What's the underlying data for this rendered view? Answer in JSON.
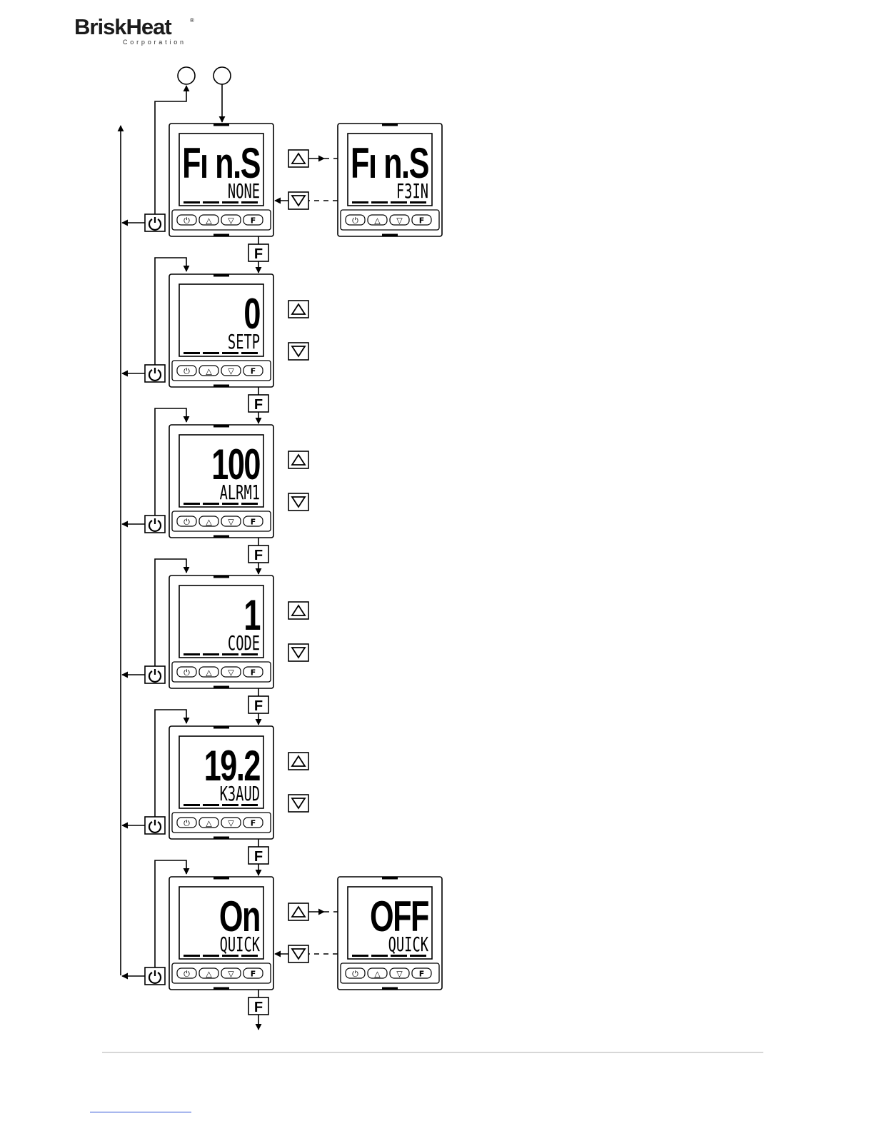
{
  "header": {
    "brand": "BriskHeat",
    "registered": "®",
    "corporation": "Corporation"
  },
  "buttons": {
    "power": "⏻",
    "up": "△",
    "down": "▽",
    "function": "F"
  },
  "screens": [
    {
      "id": "fins-none",
      "main": "Fı n.S",
      "sub": "NONE"
    },
    {
      "id": "fins-f3in",
      "main": "Fı n.S",
      "sub": "F3IN"
    },
    {
      "id": "setp",
      "main": "0",
      "sub": "SETP"
    },
    {
      "id": "alrm1",
      "main": "100",
      "sub": "ALRM1"
    },
    {
      "id": "code",
      "main": "1",
      "sub": "CODE"
    },
    {
      "id": "kbaud",
      "main": "19.2",
      "sub": "K3AUD"
    },
    {
      "id": "quick-on",
      "main": "On",
      "sub": "QUICK"
    },
    {
      "id": "quick-off",
      "main": "OFF",
      "sub": "QUICK"
    }
  ],
  "colors": {
    "line": "#000000",
    "footer_rule": "#d7d7d7",
    "footer_link": "#2a4fd6"
  }
}
